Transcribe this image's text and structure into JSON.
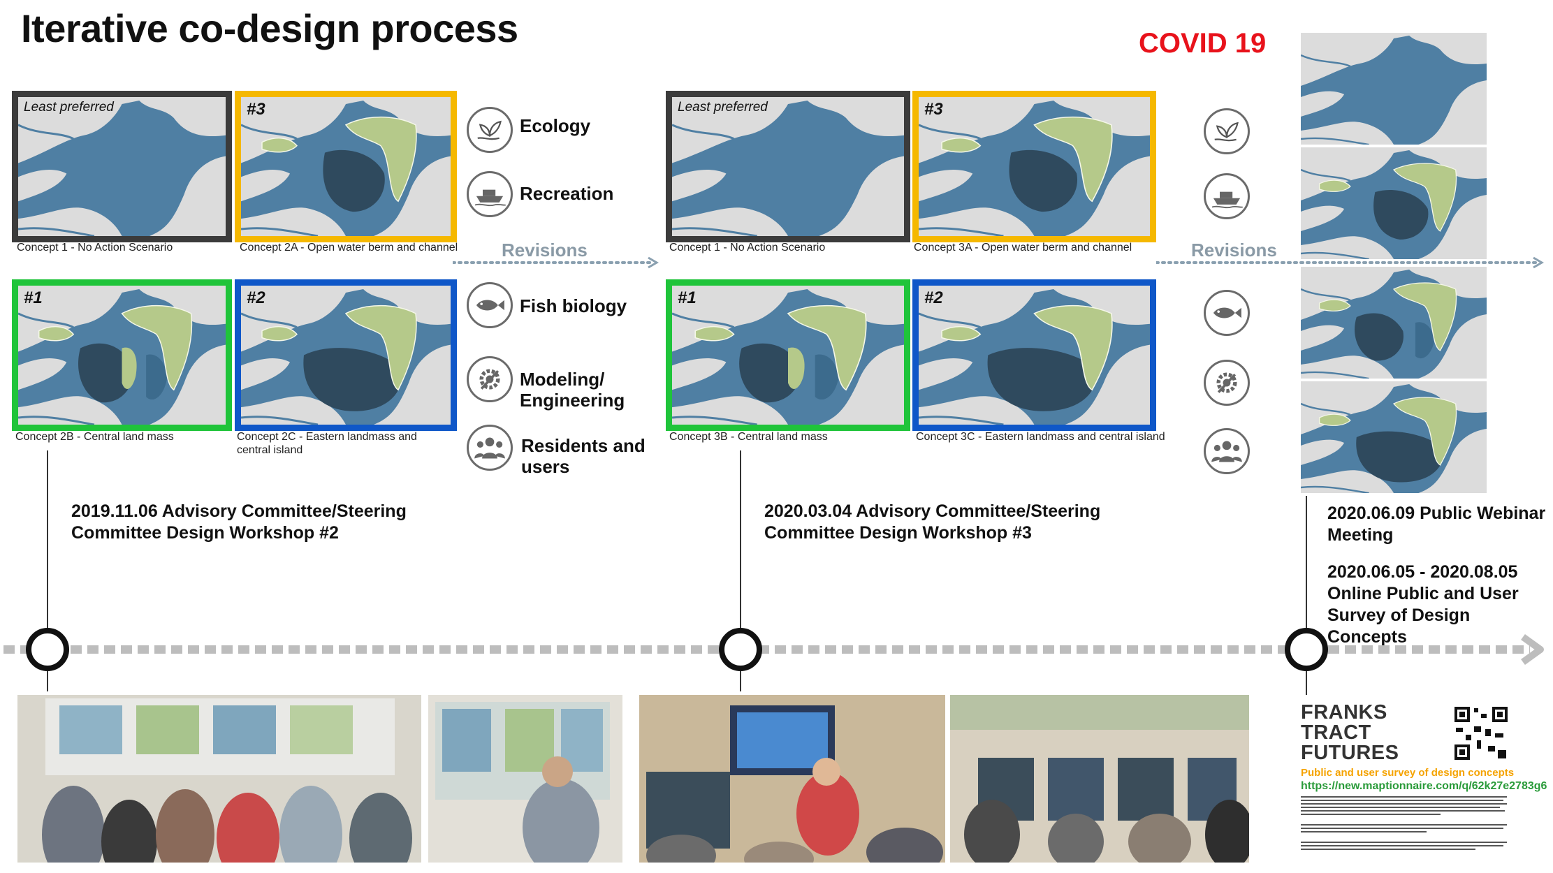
{
  "title": "Iterative co-design process",
  "covid_label": "COVID 19",
  "revisions_label": "Revisions",
  "round1": {
    "concepts": [
      {
        "tag": "Least preferred",
        "caption": "Concept 1 -  No Action Scenario"
      },
      {
        "tag": "#3",
        "caption": "Concept 2A -  Open water berm and channel"
      },
      {
        "tag": "#1",
        "caption": "Concept 2B -  Central land mass"
      },
      {
        "tag": "#2",
        "caption": "Concept 2C -  Eastern landmass and central island"
      }
    ]
  },
  "round2": {
    "concepts": [
      {
        "tag": "Least preferred",
        "caption": "Concept 1 -  No Action Scenario"
      },
      {
        "tag": "#3",
        "caption": "Concept 3A -  Open water berm and channel"
      },
      {
        "tag": "#1",
        "caption": "Concept 3B -  Central land mass"
      },
      {
        "tag": "#2",
        "caption": "Concept 3C -  Eastern landmass and central island"
      }
    ]
  },
  "criteria": [
    {
      "label": "Ecology",
      "icon": "ecology-icon"
    },
    {
      "label": "Recreation",
      "icon": "recreation-boat-icon"
    },
    {
      "label": "Fish biology",
      "icon": "fish-icon"
    },
    {
      "label": "Modeling/ Engineering",
      "icon": "gear-wrench-icon"
    },
    {
      "label": "Residents and users",
      "icon": "people-icon"
    }
  ],
  "events": [
    {
      "text": "2019.11.06 Advisory Committee/Steering Committee Design Workshop #2"
    },
    {
      "text": "2020.03.04 Advisory Committee/Steering Committee Design Workshop #3"
    },
    {
      "text": "2020.06.09 Public Webinar Meeting"
    },
    {
      "text": "2020.06.05 - 2020.08.05 Online Public and User Survey of Design Concepts"
    }
  ],
  "flyer": {
    "logo_line1": "FRANKS",
    "logo_line2": "TRACT",
    "logo_line3": "FUTURES",
    "survey_title": "Public and user survey of design concepts",
    "survey_url": "https://new.maptionnaire.com/q/62k27e2783g6"
  },
  "colors": {
    "water": "#4f7fa3",
    "land": "#dcdcdc",
    "marsh": "#b5c98a",
    "deep": "#2f4a5e",
    "frame_least": "#3b3b3b",
    "frame_3": "#f5b800",
    "frame_1": "#1fc43a",
    "frame_2": "#0f57c8",
    "covid": "#e8121b",
    "revisions": "#8a9aa6"
  }
}
